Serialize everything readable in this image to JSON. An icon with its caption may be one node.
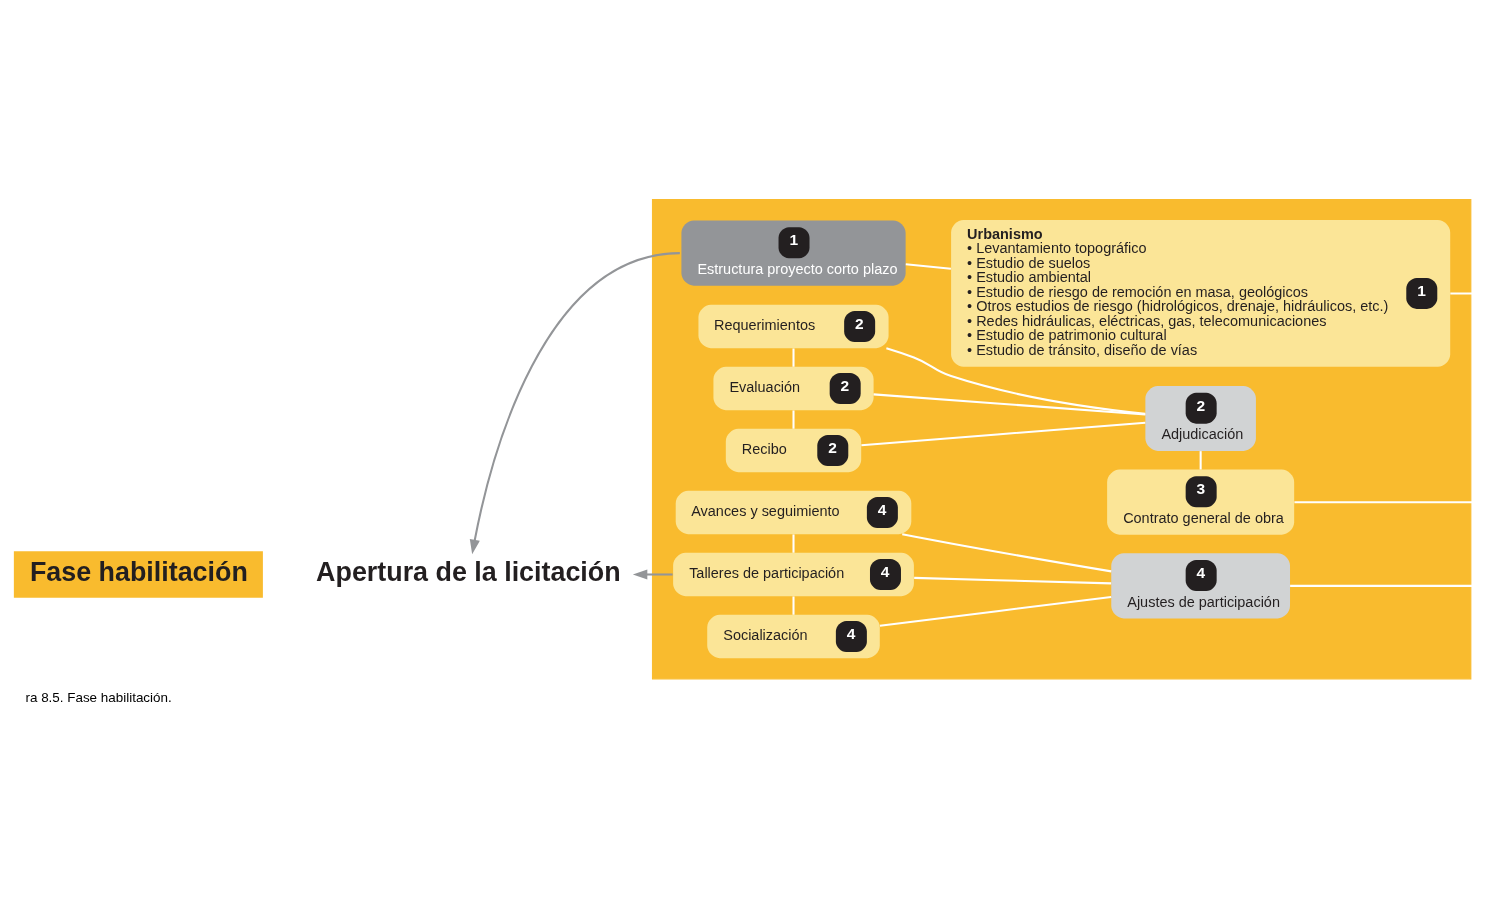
{
  "diagram": {
    "caption": "ra 8.5. Fase habilitación.",
    "nodes": [
      {
        "text": [
          "Fase habilitación"
        ]
      },
      {
        "text": [
          "Apertura de la licitación"
        ]
      },
      {
        "text": [],
        "shape": "box"
      },
      {
        "text": [
          "1",
          "Estructura proyecto corto plazo"
        ],
        "in": 2
      },
      {
        "text": [
          "Urbanismo",
          "• Levantamiento topográfico",
          "• Estudio de suelos",
          "• Estudio ambiental",
          "• Estudio de riesgo de remoción en masa, geológicos",
          "• Otros estudios de riesgo (hidrológicos, drenaje, hidráulicos, etc.)",
          "• Redes hidráulicas, eléctricas, gas, telecomunicaciones",
          "• Estudio de patrimonio cultural",
          "• Estudio de tránsito, diseño de vías",
          "1"
        ],
        "in": 2
      },
      {
        "text": [
          "3",
          "Contrato general de obra"
        ],
        "in": 2
      },
      {
        "text": [
          "Recibo",
          "2"
        ],
        "in": 2
      },
      {
        "text": [
          "Evaluación",
          "2"
        ],
        "in": 2
      },
      {
        "text": [
          "Requerimientos",
          "2"
        ],
        "in": 2
      },
      {
        "text": [
          "2",
          "Adjudicación"
        ],
        "in": 2
      },
      {
        "text": [
          "Socialización",
          "4"
        ],
        "in": 2
      },
      {
        "text": [
          "Talleres de participación",
          "4"
        ],
        "in": 2
      },
      {
        "text": [
          "Avances y seguimiento",
          "4"
        ],
        "in": 2
      },
      {
        "text": [
          "4",
          "Ajustes de participación"
        ],
        "in": 2
      }
    ],
    "edges": [
      {
        "from": 3,
        "to": 1,
        "arrow": "to",
        "color": "#939598"
      },
      {
        "from": 11,
        "to": 1,
        "arrow": "to",
        "color": "#939598"
      },
      {
        "from": 3,
        "to": 4,
        "arrow": "none"
      },
      {
        "from": 4,
        "to": null,
        "arrow": "none"
      },
      {
        "from": 5,
        "to": null,
        "arrow": "none"
      },
      {
        "from": 5,
        "to": 9,
        "arrow": "none"
      },
      {
        "from": 6,
        "to": 7,
        "arrow": "none"
      },
      {
        "from": 7,
        "to": 8,
        "arrow": "none"
      },
      {
        "from": 6,
        "to": 9,
        "arrow": "none"
      },
      {
        "from": 7,
        "to": 9,
        "arrow": "none"
      },
      {
        "from": 8,
        "to": 9,
        "arrow": "none"
      },
      {
        "from": 10,
        "to": 11,
        "arrow": "none"
      },
      {
        "from": 11,
        "to": 12,
        "arrow": "none"
      },
      {
        "from": 10,
        "to": 13,
        "arrow": "none"
      },
      {
        "from": 11,
        "to": 13,
        "arrow": "none"
      },
      {
        "from": 12,
        "to": 13,
        "arrow": "none"
      },
      {
        "from": 13,
        "to": null,
        "arrow": "none"
      }
    ]
  }
}
